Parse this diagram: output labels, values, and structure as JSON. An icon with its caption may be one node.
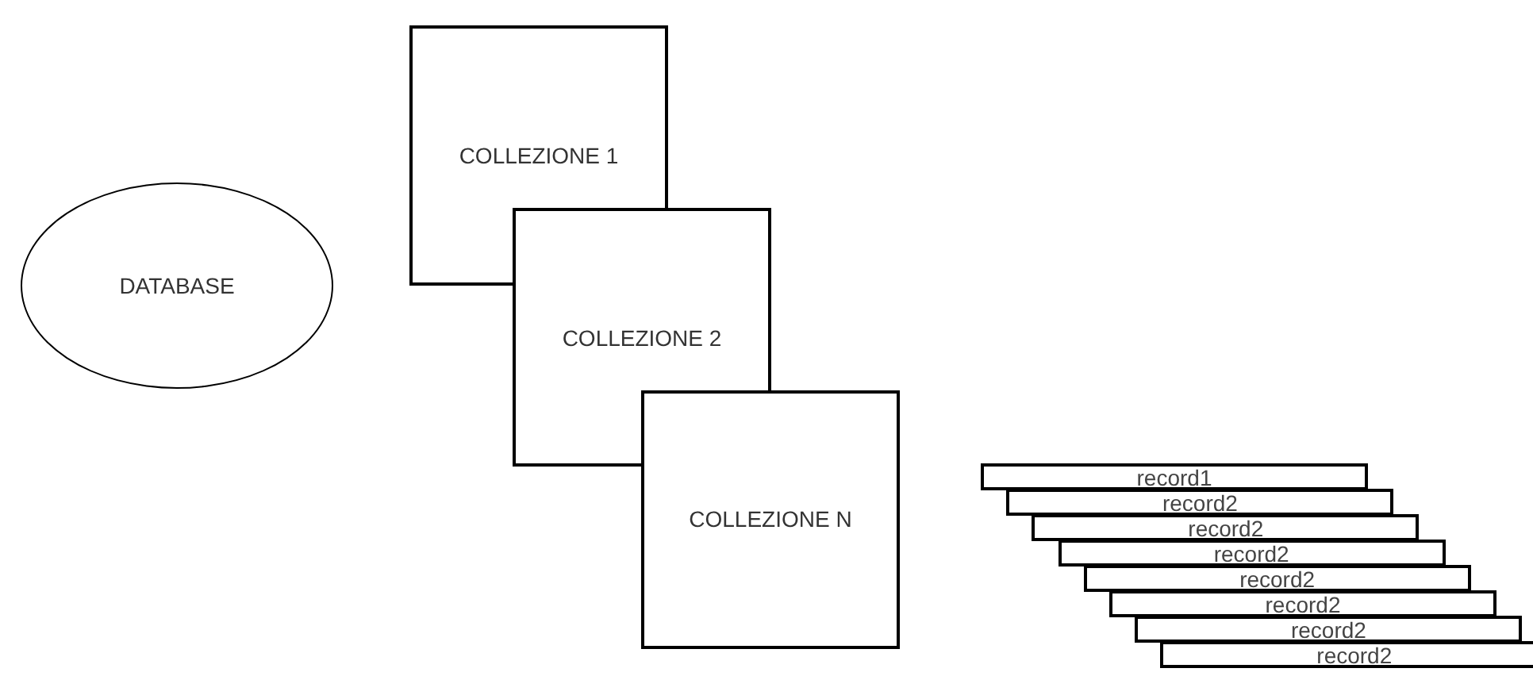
{
  "diagram": {
    "nodes": [
      {
        "text": [
          "DATABASE"
        ]
      },
      {
        "text": [
          "COLLEZIONE 1"
        ]
      },
      {
        "text": [
          "COLLEZIONE 2"
        ]
      },
      {
        "text": [
          "COLLEZIONE N"
        ]
      },
      {
        "text": [
          "record1"
        ]
      },
      {
        "text": [
          "record2"
        ]
      },
      {
        "text": [
          "record2"
        ]
      },
      {
        "text": [
          "record2"
        ]
      },
      {
        "text": [
          "record2"
        ]
      },
      {
        "text": [
          "record2"
        ]
      },
      {
        "text": [
          "record2"
        ]
      },
      {
        "text": [
          "record2"
        ]
      }
    ]
  }
}
